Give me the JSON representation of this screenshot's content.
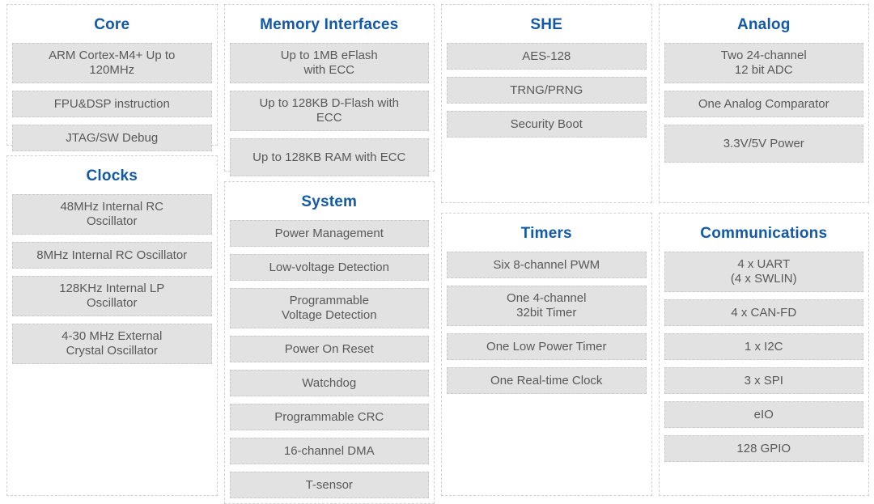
{
  "colors": {
    "page_background": "#ffffff",
    "panel_title": "#1359a5",
    "panel_border": "#d2d2d2",
    "item_background": "#e2e2e2",
    "item_border": "#c9c9c9",
    "item_text": "#595959"
  },
  "diagram": {
    "columns": [
      {
        "panels": [
          {
            "title": "Core",
            "items": [
              {
                "lines": [
                  "ARM Cortex-M4+ Up to",
                  "120MHz"
                ]
              },
              {
                "lines": [
                  "FPU&DSP instruction"
                ]
              },
              {
                "lines": [
                  "JTAG/SW Debug"
                ]
              }
            ]
          },
          {
            "title": "Clocks",
            "items": [
              {
                "lines": [
                  "48MHz Internal RC",
                  "Oscillator"
                ]
              },
              {
                "lines": [
                  "8MHz Internal RC Oscillator"
                ]
              },
              {
                "lines": [
                  "128KHz Internal LP",
                  "Oscillator"
                ]
              },
              {
                "lines": [
                  "4-30 MHz External",
                  "Crystal Oscillator"
                ]
              }
            ]
          }
        ]
      },
      {
        "panels": [
          {
            "title": "Memory Interfaces",
            "items": [
              {
                "lines": [
                  "Up to 1MB eFlash",
                  "with ECC"
                ]
              },
              {
                "lines": [
                  "Up to 128KB D-Flash with",
                  "ECC"
                ]
              },
              {
                "lines": [
                  "Up to 128KB RAM with ECC"
                ],
                "tall": true
              }
            ]
          },
          {
            "title": "System",
            "items": [
              {
                "lines": [
                  "Power Management"
                ]
              },
              {
                "lines": [
                  "Low-voltage Detection"
                ]
              },
              {
                "lines": [
                  "Programmable",
                  "Voltage Detection"
                ]
              },
              {
                "lines": [
                  "Power On Reset"
                ]
              },
              {
                "lines": [
                  "Watchdog"
                ]
              },
              {
                "lines": [
                  "Programmable CRC"
                ]
              },
              {
                "lines": [
                  "16-channel DMA"
                ]
              },
              {
                "lines": [
                  "T-sensor"
                ]
              }
            ]
          }
        ]
      },
      {
        "panels": [
          {
            "title": "SHE",
            "items": [
              {
                "lines": [
                  "AES-128"
                ]
              },
              {
                "lines": [
                  "TRNG/PRNG"
                ]
              },
              {
                "lines": [
                  "Security Boot"
                ]
              }
            ]
          },
          {
            "title": "Timers",
            "items": [
              {
                "lines": [
                  "Six 8-channel PWM"
                ]
              },
              {
                "lines": [
                  "One 4-channel",
                  "32bit Timer"
                ]
              },
              {
                "lines": [
                  "One Low Power Timer"
                ]
              },
              {
                "lines": [
                  "One Real-time Clock"
                ]
              }
            ]
          }
        ]
      },
      {
        "panels": [
          {
            "title": "Analog",
            "items": [
              {
                "lines": [
                  "Two 24-channel",
                  "12 bit ADC"
                ]
              },
              {
                "lines": [
                  "One Analog Comparator"
                ]
              },
              {
                "lines": [
                  "3.3V/5V Power"
                ],
                "tall": true
              }
            ]
          },
          {
            "title": "Communications",
            "items": [
              {
                "lines": [
                  "4 x UART",
                  "(4 x SWLIN)"
                ]
              },
              {
                "lines": [
                  "4 x CAN-FD"
                ]
              },
              {
                "lines": [
                  "1 x I2C"
                ]
              },
              {
                "lines": [
                  "3 x SPI"
                ]
              },
              {
                "lines": [
                  "eIO"
                ]
              },
              {
                "lines": [
                  "128 GPIO"
                ]
              }
            ]
          }
        ]
      }
    ]
  }
}
